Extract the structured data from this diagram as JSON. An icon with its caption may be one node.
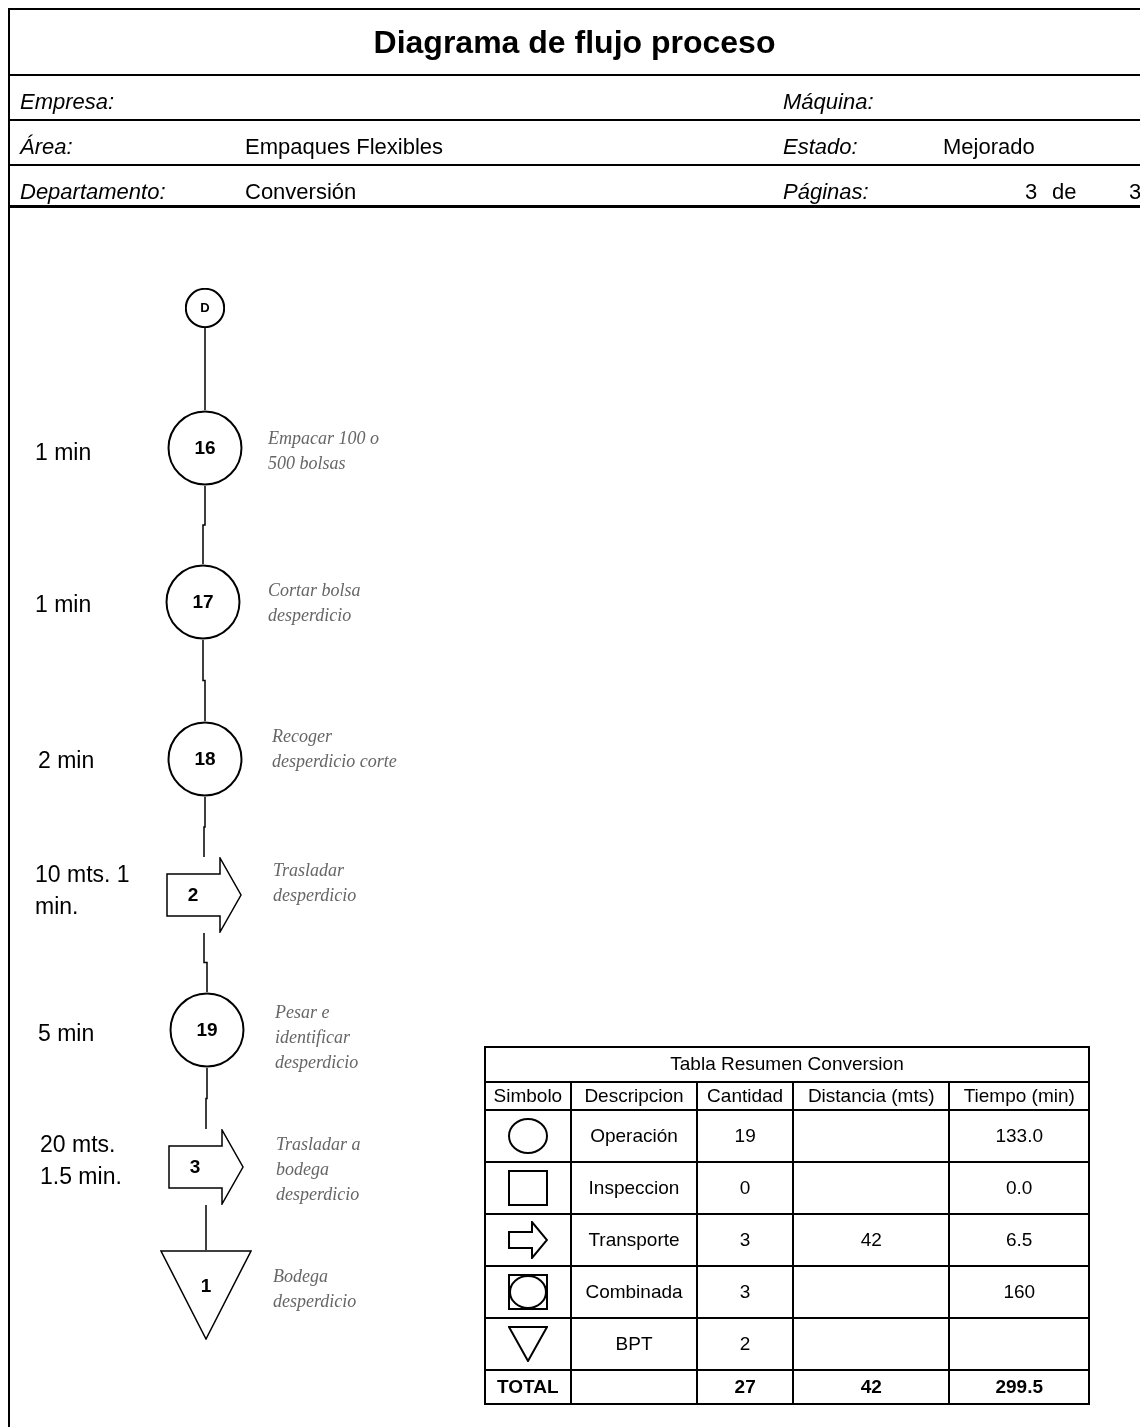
{
  "diagram": {
    "title": "Diagrama de flujo proceso",
    "nodes": [
      {
        "text": [
          "D"
        ]
      },
      {
        "text": [
          "16"
        ],
        "beside": [
          "1 min",
          "Empacar 100 o 500 bolsas"
        ]
      },
      {
        "text": [
          "17"
        ],
        "beside": [
          "1 min",
          "Cortar bolsa desperdicio"
        ]
      },
      {
        "text": [
          "18"
        ],
        "beside": [
          "2 min",
          "Recoger desperdicio corte"
        ]
      },
      {
        "text": [
          "2"
        ],
        "beside": [
          "10 mts. 1 min.",
          "Trasladar desperdicio"
        ]
      },
      {
        "text": [
          "19"
        ],
        "beside": [
          "5 min",
          "Pesar e identificar desperdicio"
        ]
      },
      {
        "text": [
          "3"
        ],
        "beside": [
          "20 mts. 1.5 min.",
          "Trasladar a bodega desperdicio"
        ]
      },
      {
        "text": [
          "1"
        ],
        "beside": [
          "Bodega desperdicio"
        ]
      }
    ],
    "edges": [
      {
        "from": 0,
        "to": 1,
        "arrow": "none"
      },
      {
        "from": 1,
        "to": 2,
        "arrow": "none"
      },
      {
        "from": 2,
        "to": 3,
        "arrow": "none"
      },
      {
        "from": 3,
        "to": 4,
        "arrow": "none"
      },
      {
        "from": 4,
        "to": 5,
        "arrow": "none"
      },
      {
        "from": 5,
        "to": 6,
        "arrow": "none"
      },
      {
        "from": 6,
        "to": 7,
        "arrow": "none"
      }
    ],
    "labels": [
      "Empresa:",
      "Máquina:",
      "Área:",
      "Empaques Flexibles",
      "Estado:",
      "Mejorado",
      "Departamento:",
      "Conversión",
      "Páginas:",
      "3",
      "de",
      "3",
      "Tabla Resumen Conversion",
      "Simbolo",
      "Descripcion",
      "Cantidad",
      "Distancia (mts)",
      "Tiempo (min)",
      "Operación",
      "19",
      "133.0",
      "Inspeccion",
      "0",
      "0.0",
      "Transporte",
      "3",
      "42",
      "6.5",
      "Combinada",
      "3",
      "160",
      "BPT",
      "2",
      "TOTAL",
      "27",
      "42",
      "299.5"
    ]
  }
}
